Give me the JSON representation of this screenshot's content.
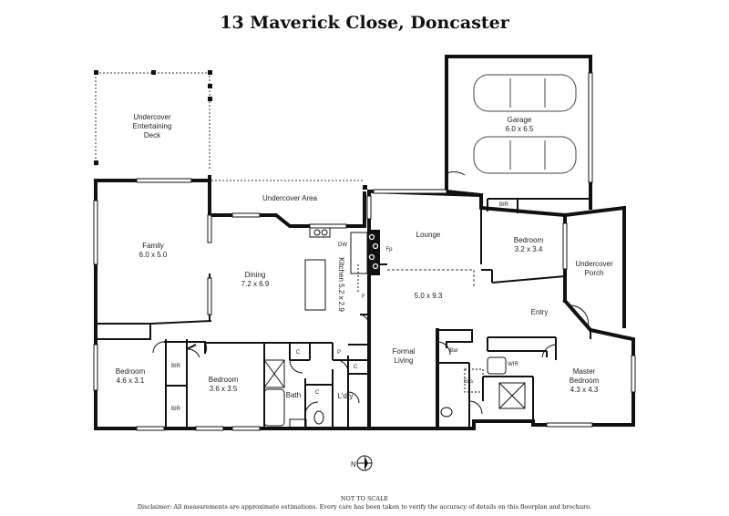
{
  "title": "13 Maverick Close, Doncaster",
  "rooms": {
    "deck": [
      "Undercover",
      "Entertaining",
      "Deck"
    ],
    "undercover_area": "Undercover Area",
    "garage": [
      "Garage",
      "6.0 x 6.5"
    ],
    "family": [
      "Family",
      "6.0 x 5.0"
    ],
    "dining": [
      "Dining",
      "7.2 x 6.9"
    ],
    "kitchen": "Kitchen 5.2 x 2.9",
    "lounge": "Lounge",
    "living_dims": "5.0 x 9.3",
    "formal_living": [
      "Formal",
      "Living"
    ],
    "bedroom2": [
      "Bedroom",
      "3.2 x 3.4"
    ],
    "undercover_porch": [
      "Undercover",
      "Porch"
    ],
    "entry": "Entry",
    "master": [
      "Master",
      "Bedroom",
      "4.3 x 4.3"
    ],
    "bedroom_left": [
      "Bedroom",
      "4.6 x 3.1"
    ],
    "bedroom_mid": [
      "Bedroom",
      "3.6 x 3.5"
    ],
    "bath": "Bath",
    "ldry": "L'dry",
    "bir": "BIR",
    "wir": "WIR",
    "ens": "Ens",
    "bar": "Bar",
    "dw": "DW",
    "fp": "Fp",
    "f": "F",
    "c": "C",
    "p": "P"
  },
  "compass": "N",
  "footer": {
    "scale_note": "NOT TO SCALE",
    "disclaimer": "Disclaimer: All measurements are approximate estimations. Every care has been taken to verify the accuracy of details on this floorplan and brochure."
  }
}
